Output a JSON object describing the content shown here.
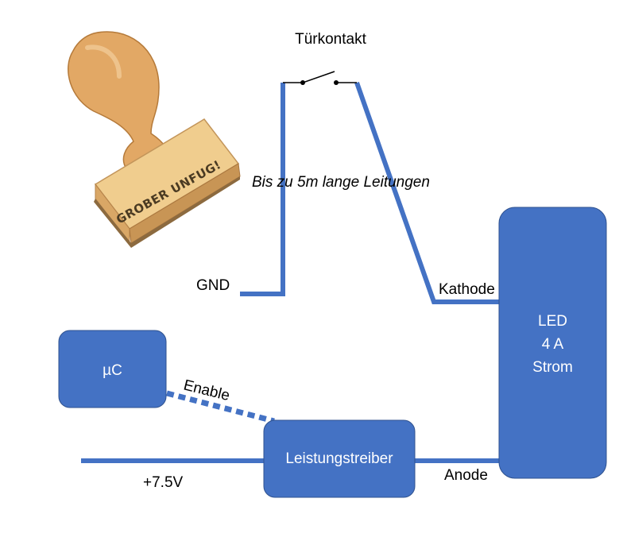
{
  "switch": {
    "label": "Türkontakt"
  },
  "note": "Bis zu 5m lange Leitungen",
  "labels": {
    "gnd": "GND",
    "kathode": "Kathode",
    "anode": "Anode",
    "enable": "Enable",
    "supply": "+7.5V"
  },
  "blocks": {
    "mcu": "µC",
    "driver": "Leistungstreiber",
    "led": [
      "LED",
      "4 A",
      "Strom"
    ]
  },
  "stamp": {
    "text": "GROBER UNFUG!"
  },
  "colors": {
    "wire": "#4472c4",
    "block": "#4472c4",
    "block_border": "#2f528f",
    "block_text": "#ffffff"
  }
}
